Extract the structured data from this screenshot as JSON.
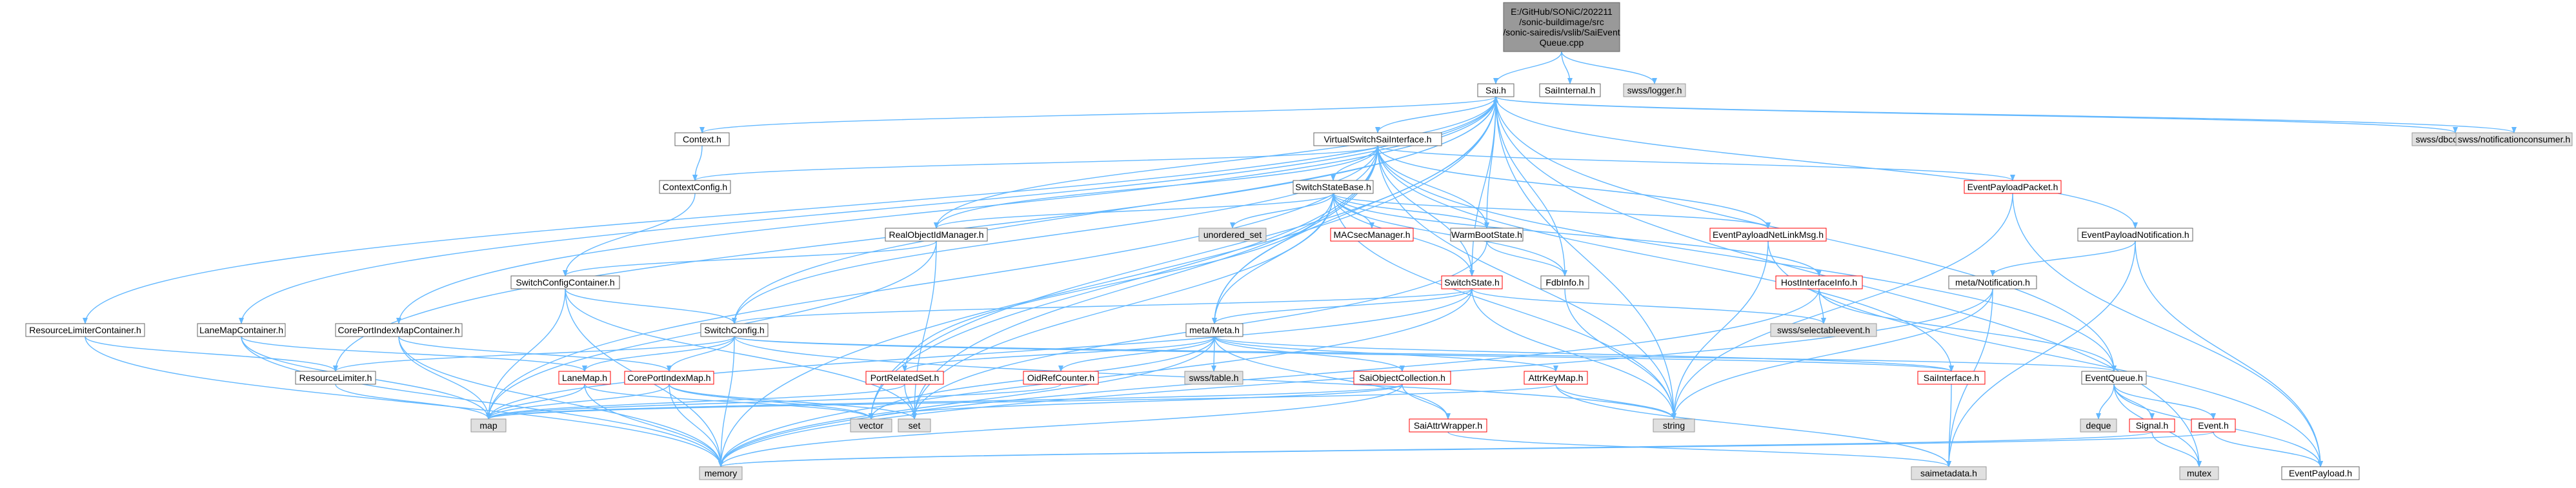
{
  "title_lines": [
    "E:/GitHub/SONiC/202211",
    "/sonic-buildimage/src",
    "/sonic-sairedis/vslib/SaiEvent",
    "Queue.cpp"
  ],
  "colors": {
    "edge": "#63b8ff",
    "focus_fill": "#999999",
    "system_fill": "#e0e0e0",
    "incomplete_border": "#ff0000",
    "normal_border": "#666666"
  },
  "nodes": {
    "root": {
      "label": "E:/GitHub/SONiC/202211\n/sonic-buildimage/src\n/sonic-sairedis/vslib/SaiEvent\nQueue.cpp",
      "kind": "focus"
    },
    "sai_h": {
      "label": "Sai.h",
      "kind": "normal"
    },
    "saiinternal_h": {
      "label": "SaiInternal.h",
      "kind": "normal"
    },
    "swss_logger": {
      "label": "swss/logger.h",
      "kind": "sys"
    },
    "context_h": {
      "label": "Context.h",
      "kind": "normal"
    },
    "vsi_h": {
      "label": "VirtualSwitchSaiInterface.h",
      "kind": "normal"
    },
    "swss_dbconnector": {
      "label": "swss/dbconnector.h",
      "kind": "sys"
    },
    "swss_notifconsumer": {
      "label": "swss/notificationconsumer.h",
      "kind": "sys"
    },
    "contextconfig_h": {
      "label": "ContextConfig.h",
      "kind": "normal"
    },
    "switchstatebase_h": {
      "label": "SwitchStateBase.h",
      "kind": "normal"
    },
    "eventpayloadpacket_h": {
      "label": "EventPayloadPacket.h",
      "kind": "red"
    },
    "unordered_set": {
      "label": "unordered_set",
      "kind": "sys"
    },
    "macsecmanager_h": {
      "label": "MACsecManager.h",
      "kind": "red"
    },
    "realobjectidmanager_h": {
      "label": "RealObjectIdManager.h",
      "kind": "normal"
    },
    "warmbootstate_h": {
      "label": "WarmBootState.h",
      "kind": "normal"
    },
    "eventpayloadnetlinkmsg_h": {
      "label": "EventPayloadNetLinkMsg.h",
      "kind": "red"
    },
    "eventpayloadnotification_h": {
      "label": "EventPayloadNotification.h",
      "kind": "normal"
    },
    "switchconfigcontainer_h": {
      "label": "SwitchConfigContainer.h",
      "kind": "normal"
    },
    "fdbinfo_h": {
      "label": "FdbInfo.h",
      "kind": "normal"
    },
    "switchstate_h": {
      "label": "SwitchState.h",
      "kind": "red"
    },
    "hostinterfaceinfo_h": {
      "label": "HostInterfaceInfo.h",
      "kind": "red"
    },
    "metanotification_h": {
      "label": "meta/Notification.h",
      "kind": "normal"
    },
    "swss_selectableevent": {
      "label": "swss/selectableevent.h",
      "kind": "sys"
    },
    "resourcelimitercontainer_h": {
      "label": "ResourceLimiterContainer.h",
      "kind": "normal"
    },
    "lanemapcontainer_h": {
      "label": "LaneMapContainer.h",
      "kind": "normal"
    },
    "coreportindexmapcontainer_h": {
      "label": "CorePortIndexMapContainer.h",
      "kind": "normal"
    },
    "switchconfig_h": {
      "label": "SwitchConfig.h",
      "kind": "normal"
    },
    "metameta_h": {
      "label": "meta/Meta.h",
      "kind": "normal"
    },
    "resourcelimiter_h": {
      "label": "ResourceLimiter.h",
      "kind": "normal"
    },
    "lanemap_h": {
      "label": "LaneMap.h",
      "kind": "red"
    },
    "coreportindexmap_h": {
      "label": "CorePortIndexMap.h",
      "kind": "red"
    },
    "portrelatedset_h": {
      "label": "PortRelatedSet.h",
      "kind": "red"
    },
    "oidrefcounter_h": {
      "label": "OidRefCounter.h",
      "kind": "red"
    },
    "swss_table": {
      "label": "swss/table.h",
      "kind": "sys"
    },
    "saiobjectcollection_h": {
      "label": "SaiObjectCollection.h",
      "kind": "red"
    },
    "attrkeymap_h": {
      "label": "AttrKeyMap.h",
      "kind": "red"
    },
    "saiinterface_h": {
      "label": "SaiInterface.h",
      "kind": "red"
    },
    "eventqueue_h": {
      "label": "EventQueue.h",
      "kind": "normal"
    },
    "map": {
      "label": "map",
      "kind": "sys"
    },
    "vector": {
      "label": "vector",
      "kind": "sys"
    },
    "set": {
      "label": "set",
      "kind": "sys"
    },
    "saiattrwrapper_h": {
      "label": "SaiAttrWrapper.h",
      "kind": "red"
    },
    "string": {
      "label": "string",
      "kind": "sys"
    },
    "deque": {
      "label": "deque",
      "kind": "sys"
    },
    "signal_h": {
      "label": "Signal.h",
      "kind": "red"
    },
    "event_h": {
      "label": "Event.h",
      "kind": "red"
    },
    "memory": {
      "label": "memory",
      "kind": "sys"
    },
    "saimetadata_h": {
      "label": "saimetadata.h",
      "kind": "sys"
    },
    "mutex": {
      "label": "mutex",
      "kind": "sys"
    },
    "eventpayload_h": {
      "label": "EventPayload.h",
      "kind": "normal"
    }
  },
  "edges": [
    [
      "root",
      "sai_h"
    ],
    [
      "root",
      "saiinternal_h"
    ],
    [
      "root",
      "swss_logger"
    ],
    [
      "sai_h",
      "context_h"
    ],
    [
      "sai_h",
      "vsi_h"
    ],
    [
      "sai_h",
      "swss_dbconnector"
    ],
    [
      "sai_h",
      "swss_notifconsumer"
    ],
    [
      "sai_h",
      "resourcelimitercontainer_h"
    ],
    [
      "sai_h",
      "lanemapcontainer_h"
    ],
    [
      "sai_h",
      "coreportindexmapcontainer_h"
    ],
    [
      "sai_h",
      "realobjectidmanager_h"
    ],
    [
      "sai_h",
      "eventpayloadnotification_h"
    ],
    [
      "sai_h",
      "eventqueue_h"
    ],
    [
      "sai_h",
      "metameta_h"
    ],
    [
      "sai_h",
      "memory"
    ],
    [
      "sai_h",
      "string"
    ],
    [
      "sai_h",
      "vector"
    ],
    [
      "sai_h",
      "mutex"
    ],
    [
      "context_h",
      "contextconfig_h"
    ],
    [
      "contextconfig_h",
      "switchconfigcontainer_h"
    ],
    [
      "vsi_h",
      "contextconfig_h"
    ],
    [
      "vsi_h",
      "switchstatebase_h"
    ],
    [
      "vsi_h",
      "eventpayloadpacket_h"
    ],
    [
      "vsi_h",
      "realobjectidmanager_h"
    ],
    [
      "vsi_h",
      "warmbootstate_h"
    ],
    [
      "vsi_h",
      "eventpayloadnetlinkmsg_h"
    ],
    [
      "vsi_h",
      "switchstate_h"
    ],
    [
      "vsi_h",
      "metameta_h"
    ],
    [
      "vsi_h",
      "map"
    ],
    [
      "vsi_h",
      "vector"
    ],
    [
      "vsi_h",
      "set"
    ],
    [
      "vsi_h",
      "string"
    ],
    [
      "vsi_h",
      "saiinterface_h"
    ],
    [
      "vsi_h",
      "eventqueue_h"
    ],
    [
      "vsi_h",
      "switchconfig_h"
    ],
    [
      "switchstatebase_h",
      "unordered_set"
    ],
    [
      "switchstatebase_h",
      "macsecmanager_h"
    ],
    [
      "switchstatebase_h",
      "realobjectidmanager_h"
    ],
    [
      "switchstatebase_h",
      "warmbootstate_h"
    ],
    [
      "switchstatebase_h",
      "eventpayloadnetlinkmsg_h"
    ],
    [
      "switchstatebase_h",
      "switchstate_h"
    ],
    [
      "switchstatebase_h",
      "hostinterfaceinfo_h"
    ],
    [
      "switchstatebase_h",
      "fdbinfo_h"
    ],
    [
      "switchstatebase_h",
      "metameta_h"
    ],
    [
      "switchstatebase_h",
      "portrelatedset_h"
    ],
    [
      "switchstatebase_h",
      "set"
    ],
    [
      "switchstatebase_h",
      "string"
    ],
    [
      "eventpayloadpacket_h",
      "eventpayload_h"
    ],
    [
      "eventpayloadpacket_h",
      "string"
    ],
    [
      "realobjectidmanager_h",
      "switchconfigcontainer_h"
    ],
    [
      "realobjectidmanager_h",
      "map"
    ],
    [
      "realobjectidmanager_h",
      "set"
    ],
    [
      "warmbootstate_h",
      "fdbinfo_h"
    ],
    [
      "warmbootstate_h",
      "set"
    ],
    [
      "warmbootstate_h",
      "sai_h"
    ],
    [
      "eventpayloadnetlinkmsg_h",
      "eventpayload_h"
    ],
    [
      "eventpayloadnetlinkmsg_h",
      "string"
    ],
    [
      "eventpayloadnotification_h",
      "metanotification_h"
    ],
    [
      "eventpayloadnotification_h",
      "eventpayload_h"
    ],
    [
      "eventpayloadnotification_h",
      "saimetadata_h"
    ],
    [
      "switchconfigcontainer_h",
      "switchconfig_h"
    ],
    [
      "switchconfigcontainer_h",
      "map"
    ],
    [
      "switchconfigcontainer_h",
      "set"
    ],
    [
      "switchconfigcontainer_h",
      "memory"
    ],
    [
      "fdbinfo_h",
      "string"
    ],
    [
      "fdbinfo_h",
      "sai_h"
    ],
    [
      "switchstate_h",
      "metameta_h"
    ],
    [
      "switchstate_h",
      "swss_selectableevent"
    ],
    [
      "switchstate_h",
      "switchconfig_h"
    ],
    [
      "switchstate_h",
      "map"
    ],
    [
      "switchstate_h",
      "memory"
    ],
    [
      "switchstate_h",
      "string"
    ],
    [
      "switchstate_h",
      "sai_h"
    ],
    [
      "hostinterfaceinfo_h",
      "eventqueue_h"
    ],
    [
      "hostinterfaceinfo_h",
      "swss_selectableevent"
    ],
    [
      "hostinterfaceinfo_h",
      "memory"
    ],
    [
      "metanotification_h",
      "memory"
    ],
    [
      "metanotification_h",
      "string"
    ],
    [
      "metanotification_h",
      "saimetadata_h"
    ],
    [
      "resourcelimitercontainer_h",
      "resourcelimiter_h"
    ],
    [
      "resourcelimitercontainer_h",
      "memory"
    ],
    [
      "lanemapcontainer_h",
      "lanemap_h"
    ],
    [
      "lanemapcontainer_h",
      "map"
    ],
    [
      "lanemapcontainer_h",
      "memory"
    ],
    [
      "coreportindexmapcontainer_h",
      "coreportindexmap_h"
    ],
    [
      "coreportindexmapcontainer_h",
      "map"
    ],
    [
      "coreportindexmapcontainer_h",
      "memory"
    ],
    [
      "switchconfig_h",
      "resourcelimiter_h"
    ],
    [
      "switchconfig_h",
      "lanemap_h"
    ],
    [
      "switchconfig_h",
      "coreportindexmap_h"
    ],
    [
      "switchconfig_h",
      "eventqueue_h"
    ],
    [
      "switchconfig_h",
      "saiinterface_h"
    ],
    [
      "switchconfig_h",
      "string"
    ],
    [
      "switchconfig_h",
      "memory"
    ],
    [
      "switchconfig_h",
      "sai_h"
    ],
    [
      "metameta_h",
      "portrelatedset_h"
    ],
    [
      "metameta_h",
      "oidrefcounter_h"
    ],
    [
      "metameta_h",
      "swss_table"
    ],
    [
      "metameta_h",
      "saiobjectcollection_h"
    ],
    [
      "metameta_h",
      "attrkeymap_h"
    ],
    [
      "metameta_h",
      "saiinterface_h"
    ],
    [
      "metameta_h",
      "vector"
    ],
    [
      "metameta_h",
      "memory"
    ],
    [
      "metameta_h",
      "saiattrwrapper_h"
    ],
    [
      "resourcelimiter_h",
      "map"
    ],
    [
      "resourcelimiter_h",
      "sai_h"
    ],
    [
      "lanemap_h",
      "map"
    ],
    [
      "lanemap_h",
      "vector"
    ],
    [
      "lanemap_h",
      "memory"
    ],
    [
      "coreportindexmap_h",
      "map"
    ],
    [
      "coreportindexmap_h",
      "vector"
    ],
    [
      "coreportindexmap_h",
      "memory"
    ],
    [
      "coreportindexmap_h",
      "set"
    ],
    [
      "portrelatedset_h",
      "map"
    ],
    [
      "portrelatedset_h",
      "set"
    ],
    [
      "oidrefcounter_h",
      "map"
    ],
    [
      "saiobjectcollection_h",
      "saiattrwrapper_h"
    ],
    [
      "saiobjectcollection_h",
      "vector"
    ],
    [
      "saiobjectcollection_h",
      "memory"
    ],
    [
      "saiobjectcollection_h",
      "map"
    ],
    [
      "attrkeymap_h",
      "map"
    ],
    [
      "attrkeymap_h",
      "string"
    ],
    [
      "attrkeymap_h",
      "saimetadata_h"
    ],
    [
      "saiinterface_h",
      "saimetadata_h"
    ],
    [
      "eventqueue_h",
      "deque"
    ],
    [
      "eventqueue_h",
      "signal_h"
    ],
    [
      "eventqueue_h",
      "event_h"
    ],
    [
      "eventqueue_h",
      "mutex"
    ],
    [
      "eventqueue_h",
      "eventpayload_h"
    ],
    [
      "saiattrwrapper_h",
      "saimetadata_h"
    ],
    [
      "signal_h",
      "memory"
    ],
    [
      "signal_h",
      "mutex"
    ],
    [
      "event_h",
      "eventpayload_h"
    ],
    [
      "event_h",
      "memory"
    ]
  ]
}
